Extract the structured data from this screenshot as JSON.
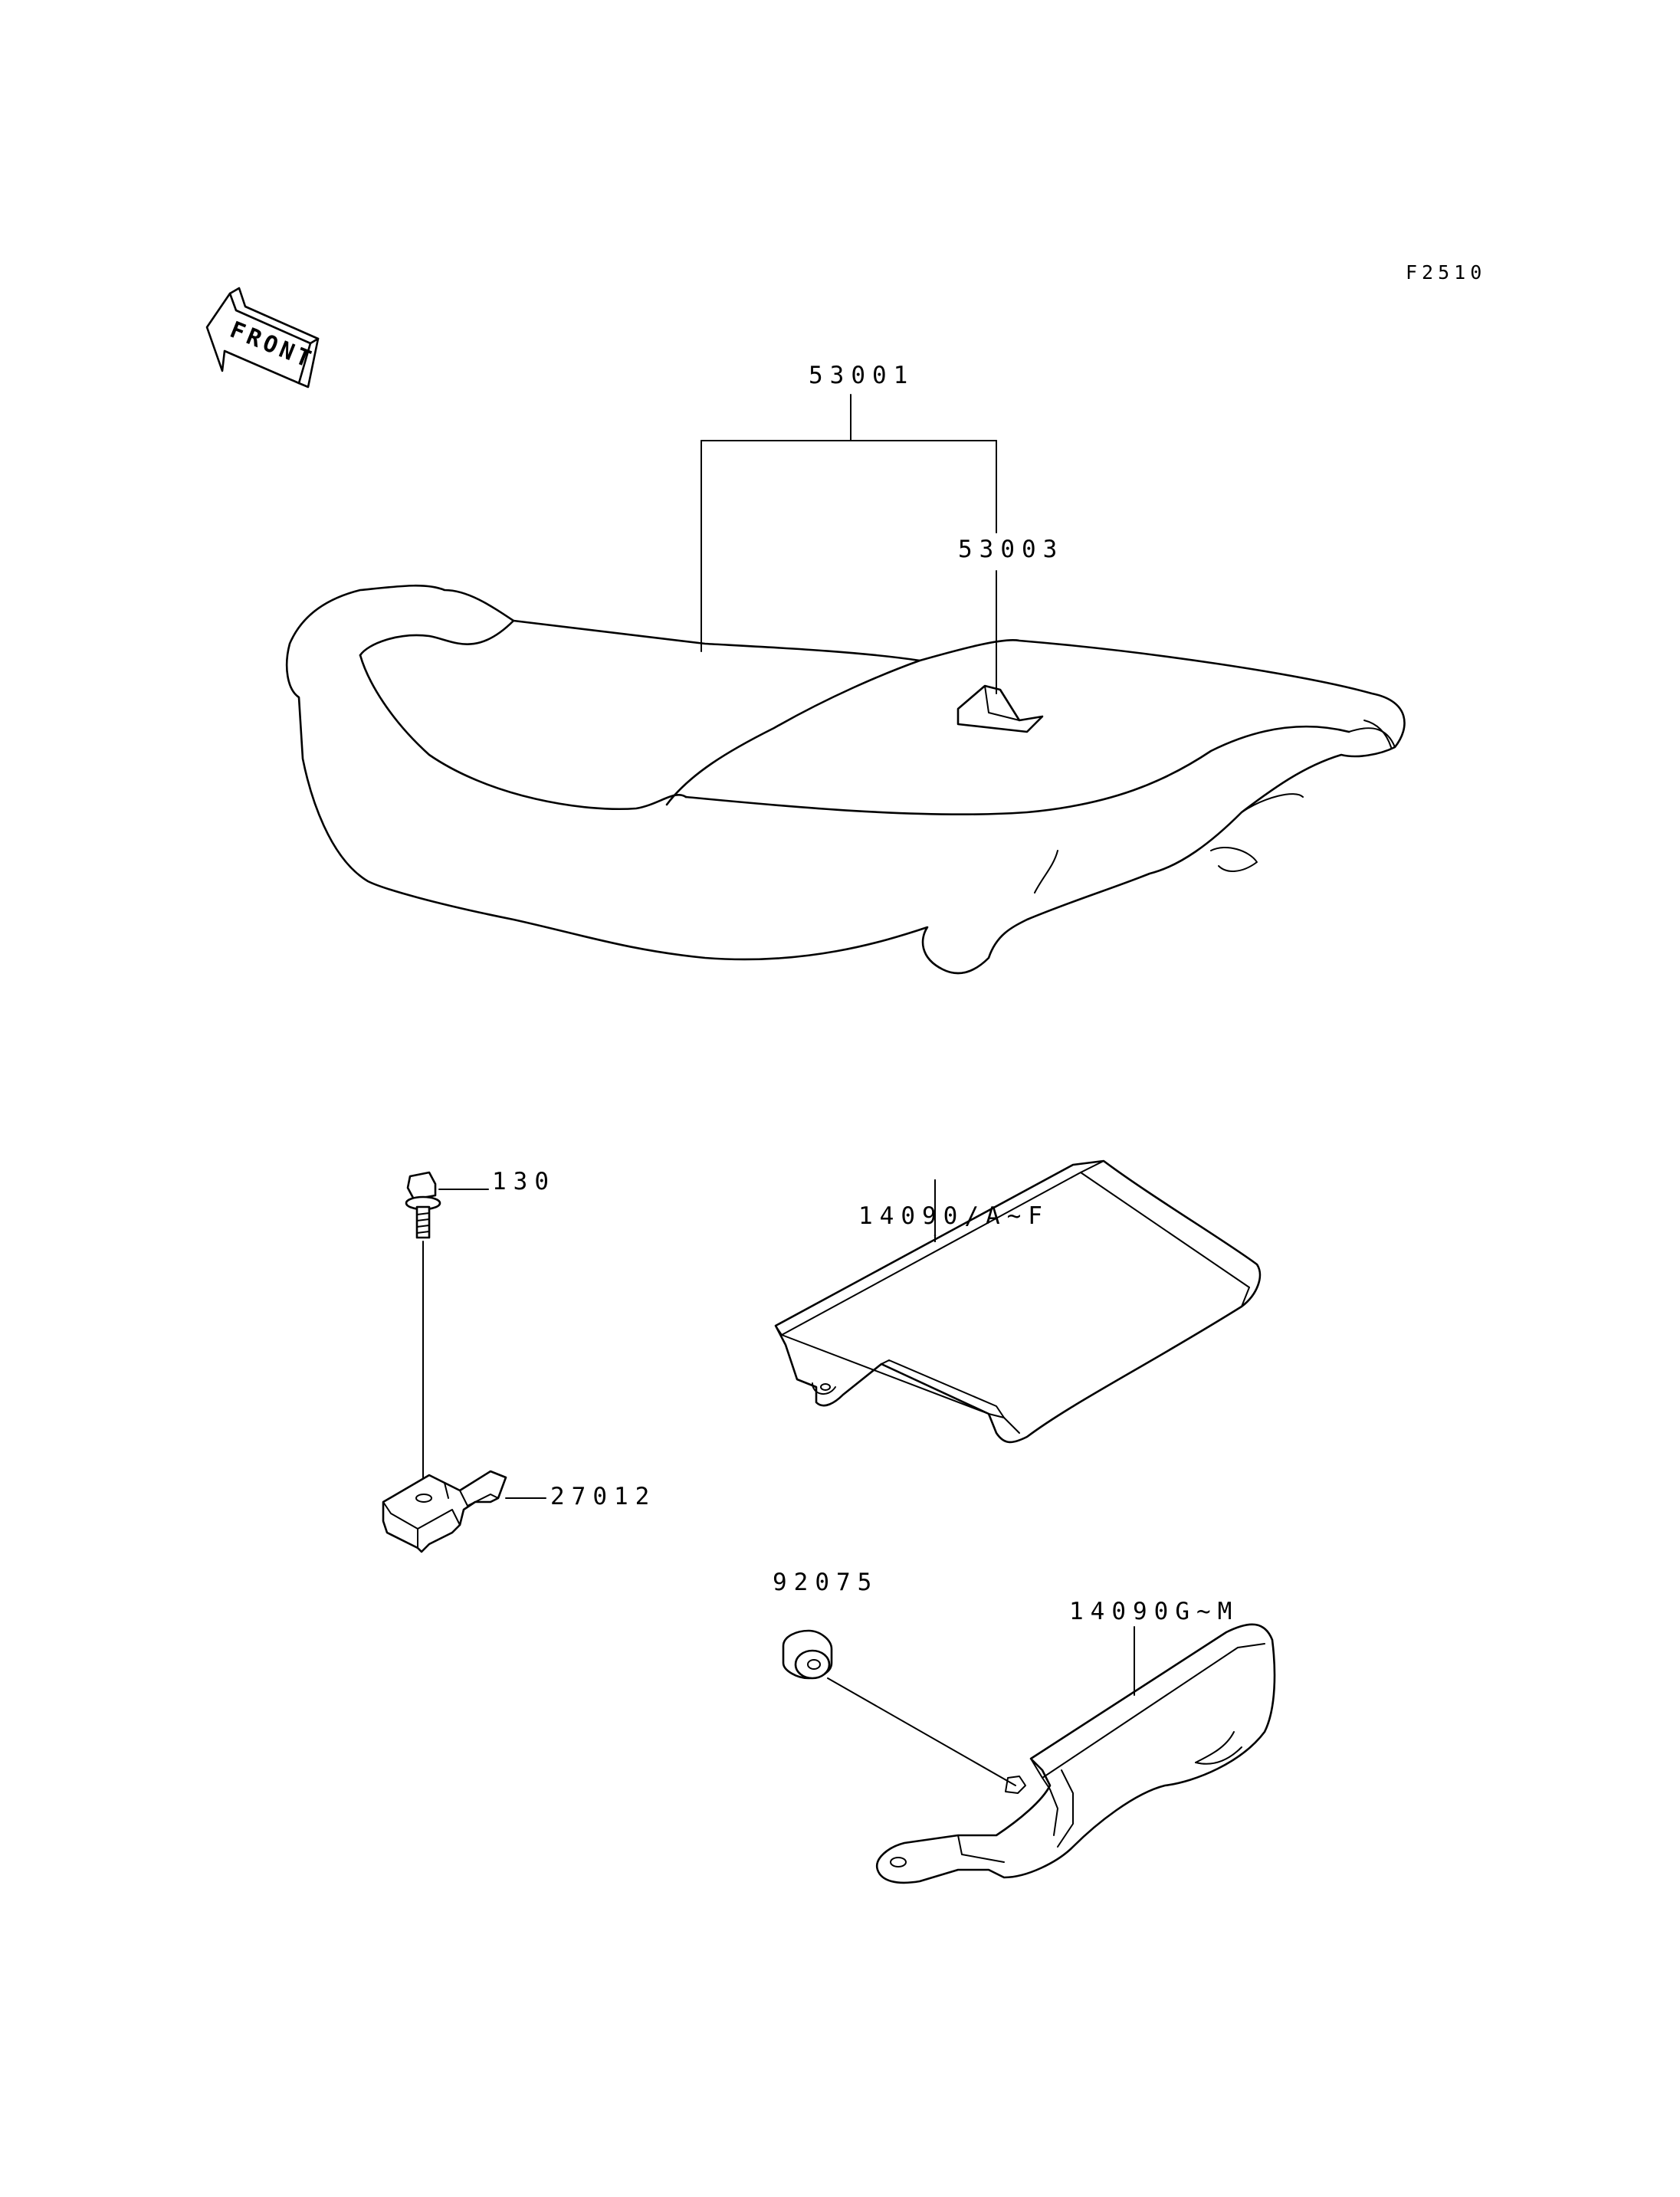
{
  "figure_id": "F2510",
  "front_arrow": {
    "label": "FRONT"
  },
  "parts": {
    "seat": {
      "part_number": "53001"
    },
    "seat_strap": {
      "part_number": "53003"
    },
    "cover_a": {
      "part_number": "14090/A~F"
    },
    "bolt": {
      "part_number": "130"
    },
    "bracket": {
      "part_number": "27012"
    },
    "damper": {
      "part_number": "92075"
    },
    "cover_g": {
      "part_number": "14090G~M"
    }
  }
}
